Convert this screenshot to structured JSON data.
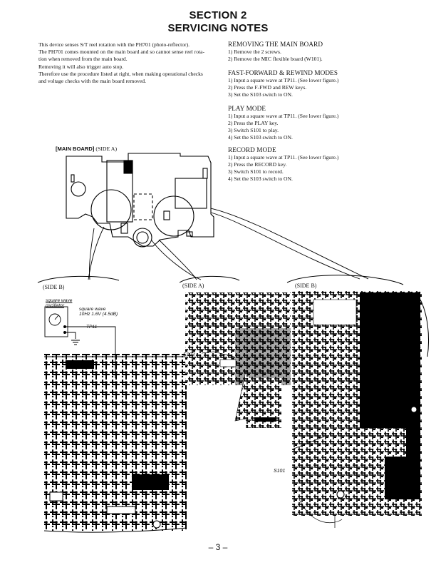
{
  "header": {
    "section": "SECTION 2",
    "title": "SERVICING NOTES"
  },
  "intro": {
    "lines": [
      "This device senses S/T reel rotation with the PH701 (photo-reflector).",
      "The PH701 comes mounted on the main board and so cannot sense reel rota-",
      "tion when removed from the main board.",
      "Removing it will also trigger auto stop.",
      "Therefore use the procedure listed at right, when making operational checks",
      "and voltage checks with the main board removed."
    ]
  },
  "sections": [
    {
      "heading": "REMOVING THE MAIN BOARD",
      "steps": [
        "1) Remove the 2 screws.",
        "2) Remove the MIC flexible board (W101)."
      ]
    },
    {
      "heading": "FAST-FORWARD & REWIND MODES",
      "steps": [
        "1) Input a square wave at TP11. (See lower figure.)",
        "2) Press the F-FWD and REW keys.",
        "3) Set the S103 switch to ON."
      ]
    },
    {
      "heading": "PLAY MODE",
      "steps": [
        "1) Input a square wave at TP11. (See lower figure.)",
        "2) Press the PLAY key.",
        "3) Switch S101 to play.",
        "4) Set the S103 switch to ON."
      ]
    },
    {
      "heading": "RECORD MODE",
      "steps": [
        "1) Input a square wave at TP11. (See lower figure.)",
        "2) Press the RECORD key.",
        "3) Switch S101 to record.",
        "4) Set the S103 switch to ON."
      ]
    }
  ],
  "figure": {
    "main_board_bold": "[MAIN BOARD]",
    "main_board_side": " (SIDE A)",
    "side_labels": [
      "(SIDE B)",
      "(SIDE A)",
      "(SIDE B)"
    ],
    "oscillator_label": "square wave oscillator",
    "square_wave_line1": "square wave",
    "square_wave_line2": "10Hz 1.6V (4.5dB)",
    "tp_label": "TP11",
    "s103_label": "S103",
    "s101_label": "S101"
  },
  "footer": {
    "page_number": "– 3 –"
  }
}
